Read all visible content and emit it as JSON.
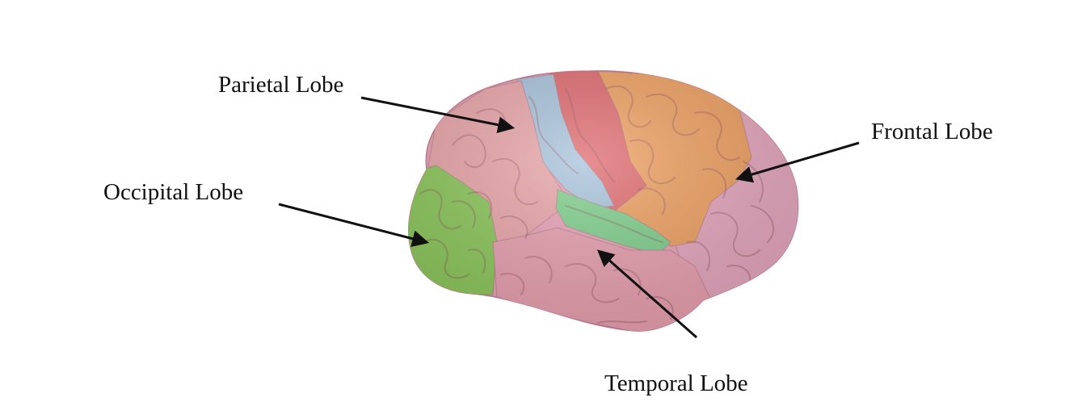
{
  "labels": {
    "parietal": "Parietal Lobe",
    "frontal": "Frontal Lobe",
    "occipital": "Occipital Lobe",
    "temporal": "Temporal Lobe"
  },
  "colors": {
    "frontal": "#f0a060",
    "motor_cortex": "#e06a6e",
    "somatosensory": "#a9c3dc",
    "parietal": "#eaa5a8",
    "occipital": "#8cc85a",
    "temporal": "#eaa0b0",
    "auditory": "#7fd08c",
    "prefrontal": "#e7a7be",
    "arrow": "#111111"
  }
}
